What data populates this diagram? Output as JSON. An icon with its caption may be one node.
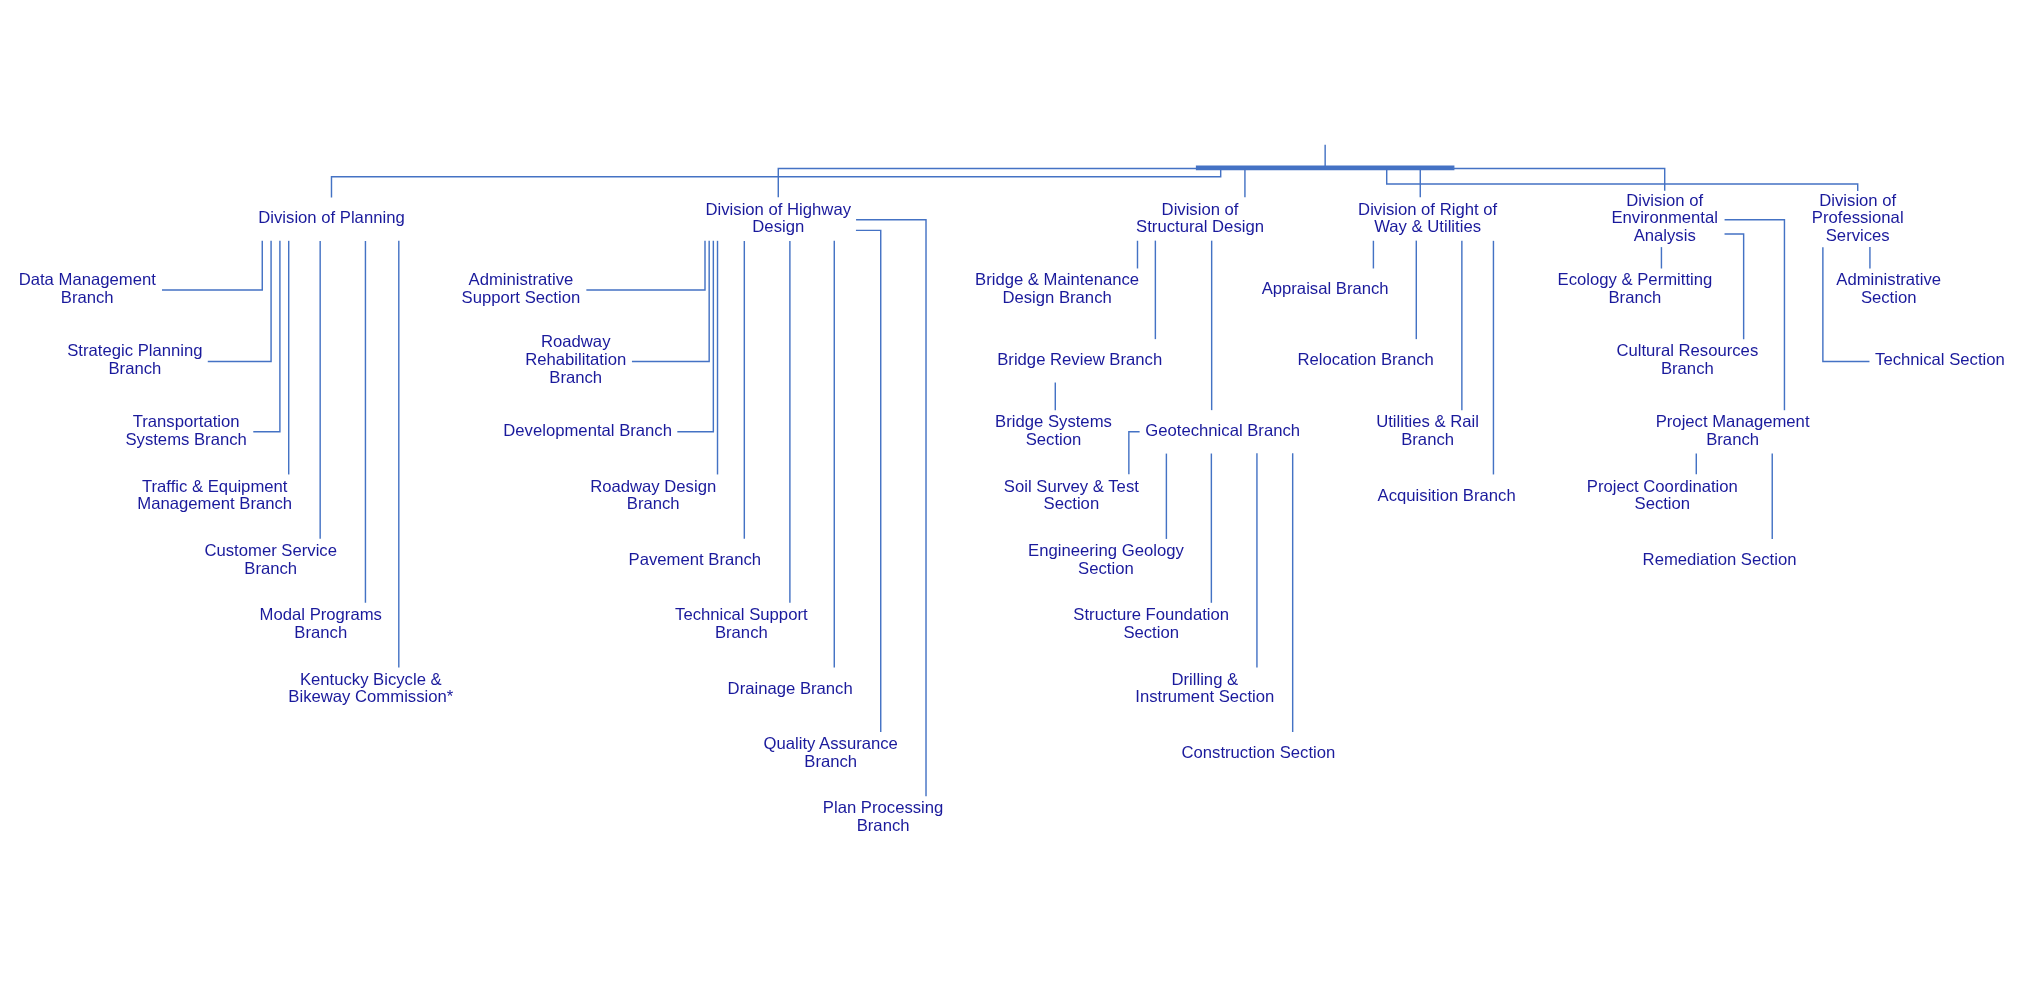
{
  "diagram": {
    "nodes": [
      {
        "text": [],
        "shape": "bar"
      },
      {
        "text": [
          "Division of Planning"
        ]
      },
      {
        "text": [
          "Data Management Branch"
        ]
      },
      {
        "text": [
          "Strategic Planning Branch"
        ]
      },
      {
        "text": [
          "Transportation Systems Branch"
        ]
      },
      {
        "text": [
          "Traffic & Equipment Management Branch"
        ]
      },
      {
        "text": [
          "Customer Service Branch"
        ]
      },
      {
        "text": [
          "Modal Programs Branch"
        ]
      },
      {
        "text": [
          "Kentucky Bicycle & Bikeway Commission*"
        ]
      },
      {
        "text": [
          "Division of Highway Design"
        ]
      },
      {
        "text": [
          "Administrative Support Section"
        ]
      },
      {
        "text": [
          "Roadway Rehabilitation Branch"
        ]
      },
      {
        "text": [
          "Developmental Branch"
        ]
      },
      {
        "text": [
          "Roadway Design Branch"
        ]
      },
      {
        "text": [
          "Pavement Branch"
        ]
      },
      {
        "text": [
          "Technical Support Branch"
        ]
      },
      {
        "text": [
          "Drainage Branch"
        ]
      },
      {
        "text": [
          "Quality Assurance Branch"
        ]
      },
      {
        "text": [
          "Plan Processing Branch"
        ]
      },
      {
        "text": [
          "Division of Structural Design"
        ]
      },
      {
        "text": [
          "Bridge & Maintenance Design Branch"
        ]
      },
      {
        "text": [
          "Bridge Review Branch"
        ]
      },
      {
        "text": [
          "Bridge Systems Section"
        ]
      },
      {
        "text": [
          "Geotechnical Branch"
        ]
      },
      {
        "text": [
          "Soil Survey & Test Section"
        ]
      },
      {
        "text": [
          "Engineering Geology Section"
        ]
      },
      {
        "text": [
          "Structure Foundation Section"
        ]
      },
      {
        "text": [
          "Drilling & Instrument Section"
        ]
      },
      {
        "text": [
          "Construction Section"
        ]
      },
      {
        "text": [
          "Division of Right of Way & Utilities"
        ]
      },
      {
        "text": [
          "Appraisal Branch"
        ]
      },
      {
        "text": [
          "Relocation Branch"
        ]
      },
      {
        "text": [
          "Utilities & Rail Branch"
        ]
      },
      {
        "text": [
          "Acquisition Branch"
        ]
      },
      {
        "text": [
          "Division of Environmental Analysis"
        ]
      },
      {
        "text": [
          "Ecology & Permitting Branch"
        ]
      },
      {
        "text": [
          "Cultural Resources Branch"
        ]
      },
      {
        "text": [
          "Project Management Branch"
        ]
      },
      {
        "text": [
          "Project Coordination Section"
        ]
      },
      {
        "text": [
          "Remediation Section"
        ]
      },
      {
        "text": [
          "Division of Professional Services"
        ]
      },
      {
        "text": [
          "Administrative Section"
        ]
      },
      {
        "text": [
          "Technical Section"
        ]
      }
    ],
    "edges": [
      {
        "from": null,
        "to": 0,
        "arrow": "none"
      },
      {
        "from": 0,
        "to": 1,
        "arrow": "none"
      },
      {
        "from": 0,
        "to": 9,
        "arrow": "none"
      },
      {
        "from": 0,
        "to": 19,
        "arrow": "none"
      },
      {
        "from": 0,
        "to": 29,
        "arrow": "none"
      },
      {
        "from": 0,
        "to": 34,
        "arrow": "none"
      },
      {
        "from": 0,
        "to": 40,
        "arrow": "none"
      },
      {
        "from": 1,
        "to": 2,
        "arrow": "none"
      },
      {
        "from": 1,
        "to": 3,
        "arrow": "none"
      },
      {
        "from": 1,
        "to": 4,
        "arrow": "none"
      },
      {
        "from": 1,
        "to": 5,
        "arrow": "none"
      },
      {
        "from": 1,
        "to": 6,
        "arrow": "none"
      },
      {
        "from": 1,
        "to": 7,
        "arrow": "none"
      },
      {
        "from": 1,
        "to": 8,
        "arrow": "none"
      },
      {
        "from": 9,
        "to": 10,
        "arrow": "none"
      },
      {
        "from": 9,
        "to": 11,
        "arrow": "none"
      },
      {
        "from": 9,
        "to": 12,
        "arrow": "none"
      },
      {
        "from": 9,
        "to": 13,
        "arrow": "none"
      },
      {
        "from": 9,
        "to": 14,
        "arrow": "none"
      },
      {
        "from": 9,
        "to": 15,
        "arrow": "none"
      },
      {
        "from": 9,
        "to": 16,
        "arrow": "none"
      },
      {
        "from": 9,
        "to": 17,
        "arrow": "none"
      },
      {
        "from": 9,
        "to": 18,
        "arrow": "none"
      },
      {
        "from": 19,
        "to": 20,
        "arrow": "none"
      },
      {
        "from": 19,
        "to": 21,
        "arrow": "none"
      },
      {
        "from": 21,
        "to": 22,
        "arrow": "none"
      },
      {
        "from": 19,
        "to": 23,
        "arrow": "none"
      },
      {
        "from": 23,
        "to": 24,
        "arrow": "none"
      },
      {
        "from": 23,
        "to": 25,
        "arrow": "none"
      },
      {
        "from": 23,
        "to": 26,
        "arrow": "none"
      },
      {
        "from": 23,
        "to": 27,
        "arrow": "none"
      },
      {
        "from": 23,
        "to": 28,
        "arrow": "none"
      },
      {
        "from": 29,
        "to": 30,
        "arrow": "none"
      },
      {
        "from": 29,
        "to": 31,
        "arrow": "none"
      },
      {
        "from": 29,
        "to": 32,
        "arrow": "none"
      },
      {
        "from": 29,
        "to": 33,
        "arrow": "none"
      },
      {
        "from": 34,
        "to": 35,
        "arrow": "none"
      },
      {
        "from": 34,
        "to": 36,
        "arrow": "none"
      },
      {
        "from": 34,
        "to": 37,
        "arrow": "none"
      },
      {
        "from": 37,
        "to": 38,
        "arrow": "none"
      },
      {
        "from": 37,
        "to": 39,
        "arrow": "none"
      },
      {
        "from": 40,
        "to": 41,
        "arrow": "none"
      },
      {
        "from": 40,
        "to": 42,
        "arrow": "none"
      }
    ]
  }
}
